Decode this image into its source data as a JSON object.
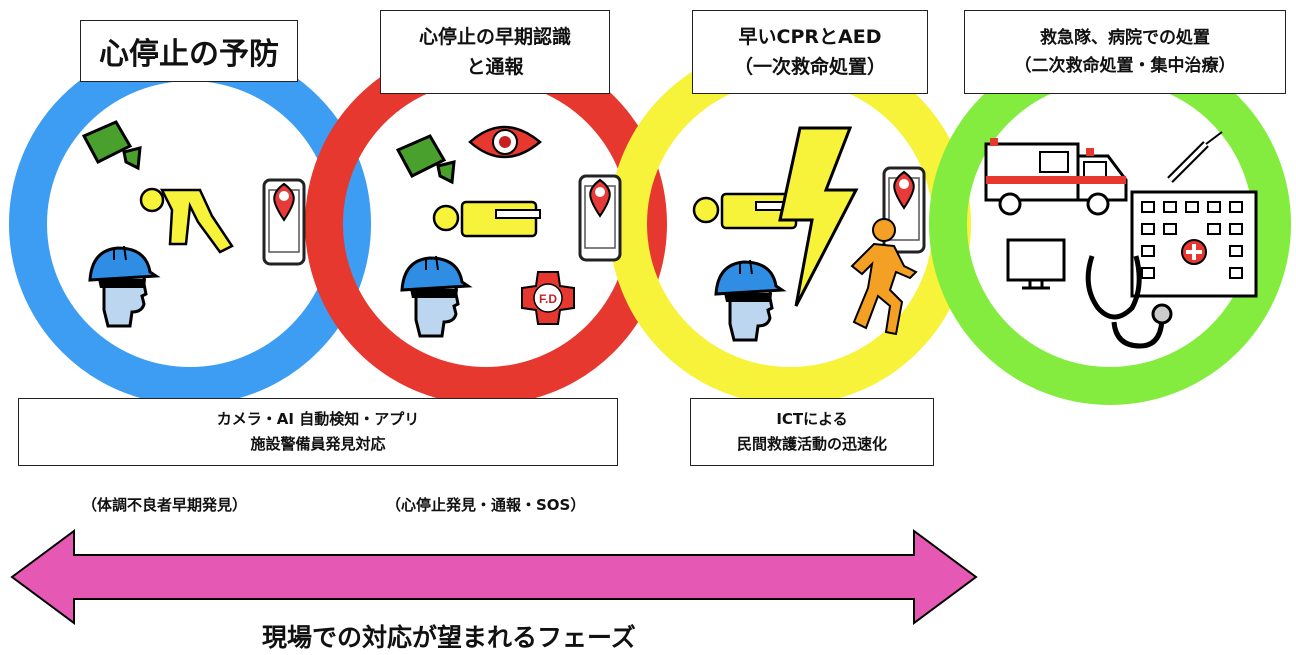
{
  "colors": {
    "blue": "#3d9df2",
    "red": "#e6382f",
    "yellow": "#f7f23a",
    "green": "#83ec3f",
    "arrow": "#e558b3"
  },
  "rings": [
    {
      "color": "blue",
      "title_lines": [
        "心停止の予防"
      ]
    },
    {
      "color": "red",
      "title_lines": [
        "心停止の早期認識",
        "と通報"
      ]
    },
    {
      "color": "yellow",
      "title_lines": [
        "早いCPRとAED",
        "（一次救命処置）"
      ]
    },
    {
      "color": "green",
      "title_lines": [
        "救急隊、病院での処置",
        "（二次救命処置・集中治療）"
      ]
    }
  ],
  "notes": {
    "left_box": [
      "カメラ・AI 自動検知・アプリ",
      "施設警備員発見対応"
    ],
    "right_box": [
      "ICTによる",
      "民間救護活動の迅速化"
    ],
    "phase_label_1": "（体調不良者早期発見）",
    "phase_label_2": "（心停止発見・通報・SOS）",
    "arrow_caption": "現場での対応が望まれるフェーズ"
  },
  "icons": {
    "ring1": [
      "camera-icon",
      "collapsing-person-icon",
      "smartphone-location-icon",
      "worker-helmet-icon"
    ],
    "ring2": [
      "camera-icon",
      "eye-icon",
      "lying-person-icon",
      "smartphone-location-icon",
      "worker-helmet-icon",
      "fire-department-emblem-icon"
    ],
    "ring3": [
      "lightning-aed-icon",
      "lying-person-icon",
      "smartphone-location-icon",
      "worker-helmet-icon",
      "running-person-icon"
    ],
    "ring4": [
      "ambulance-icon",
      "syringe-icon",
      "hospital-icon",
      "monitor-icon",
      "stethoscope-icon"
    ],
    "fd_text": "F.D"
  }
}
